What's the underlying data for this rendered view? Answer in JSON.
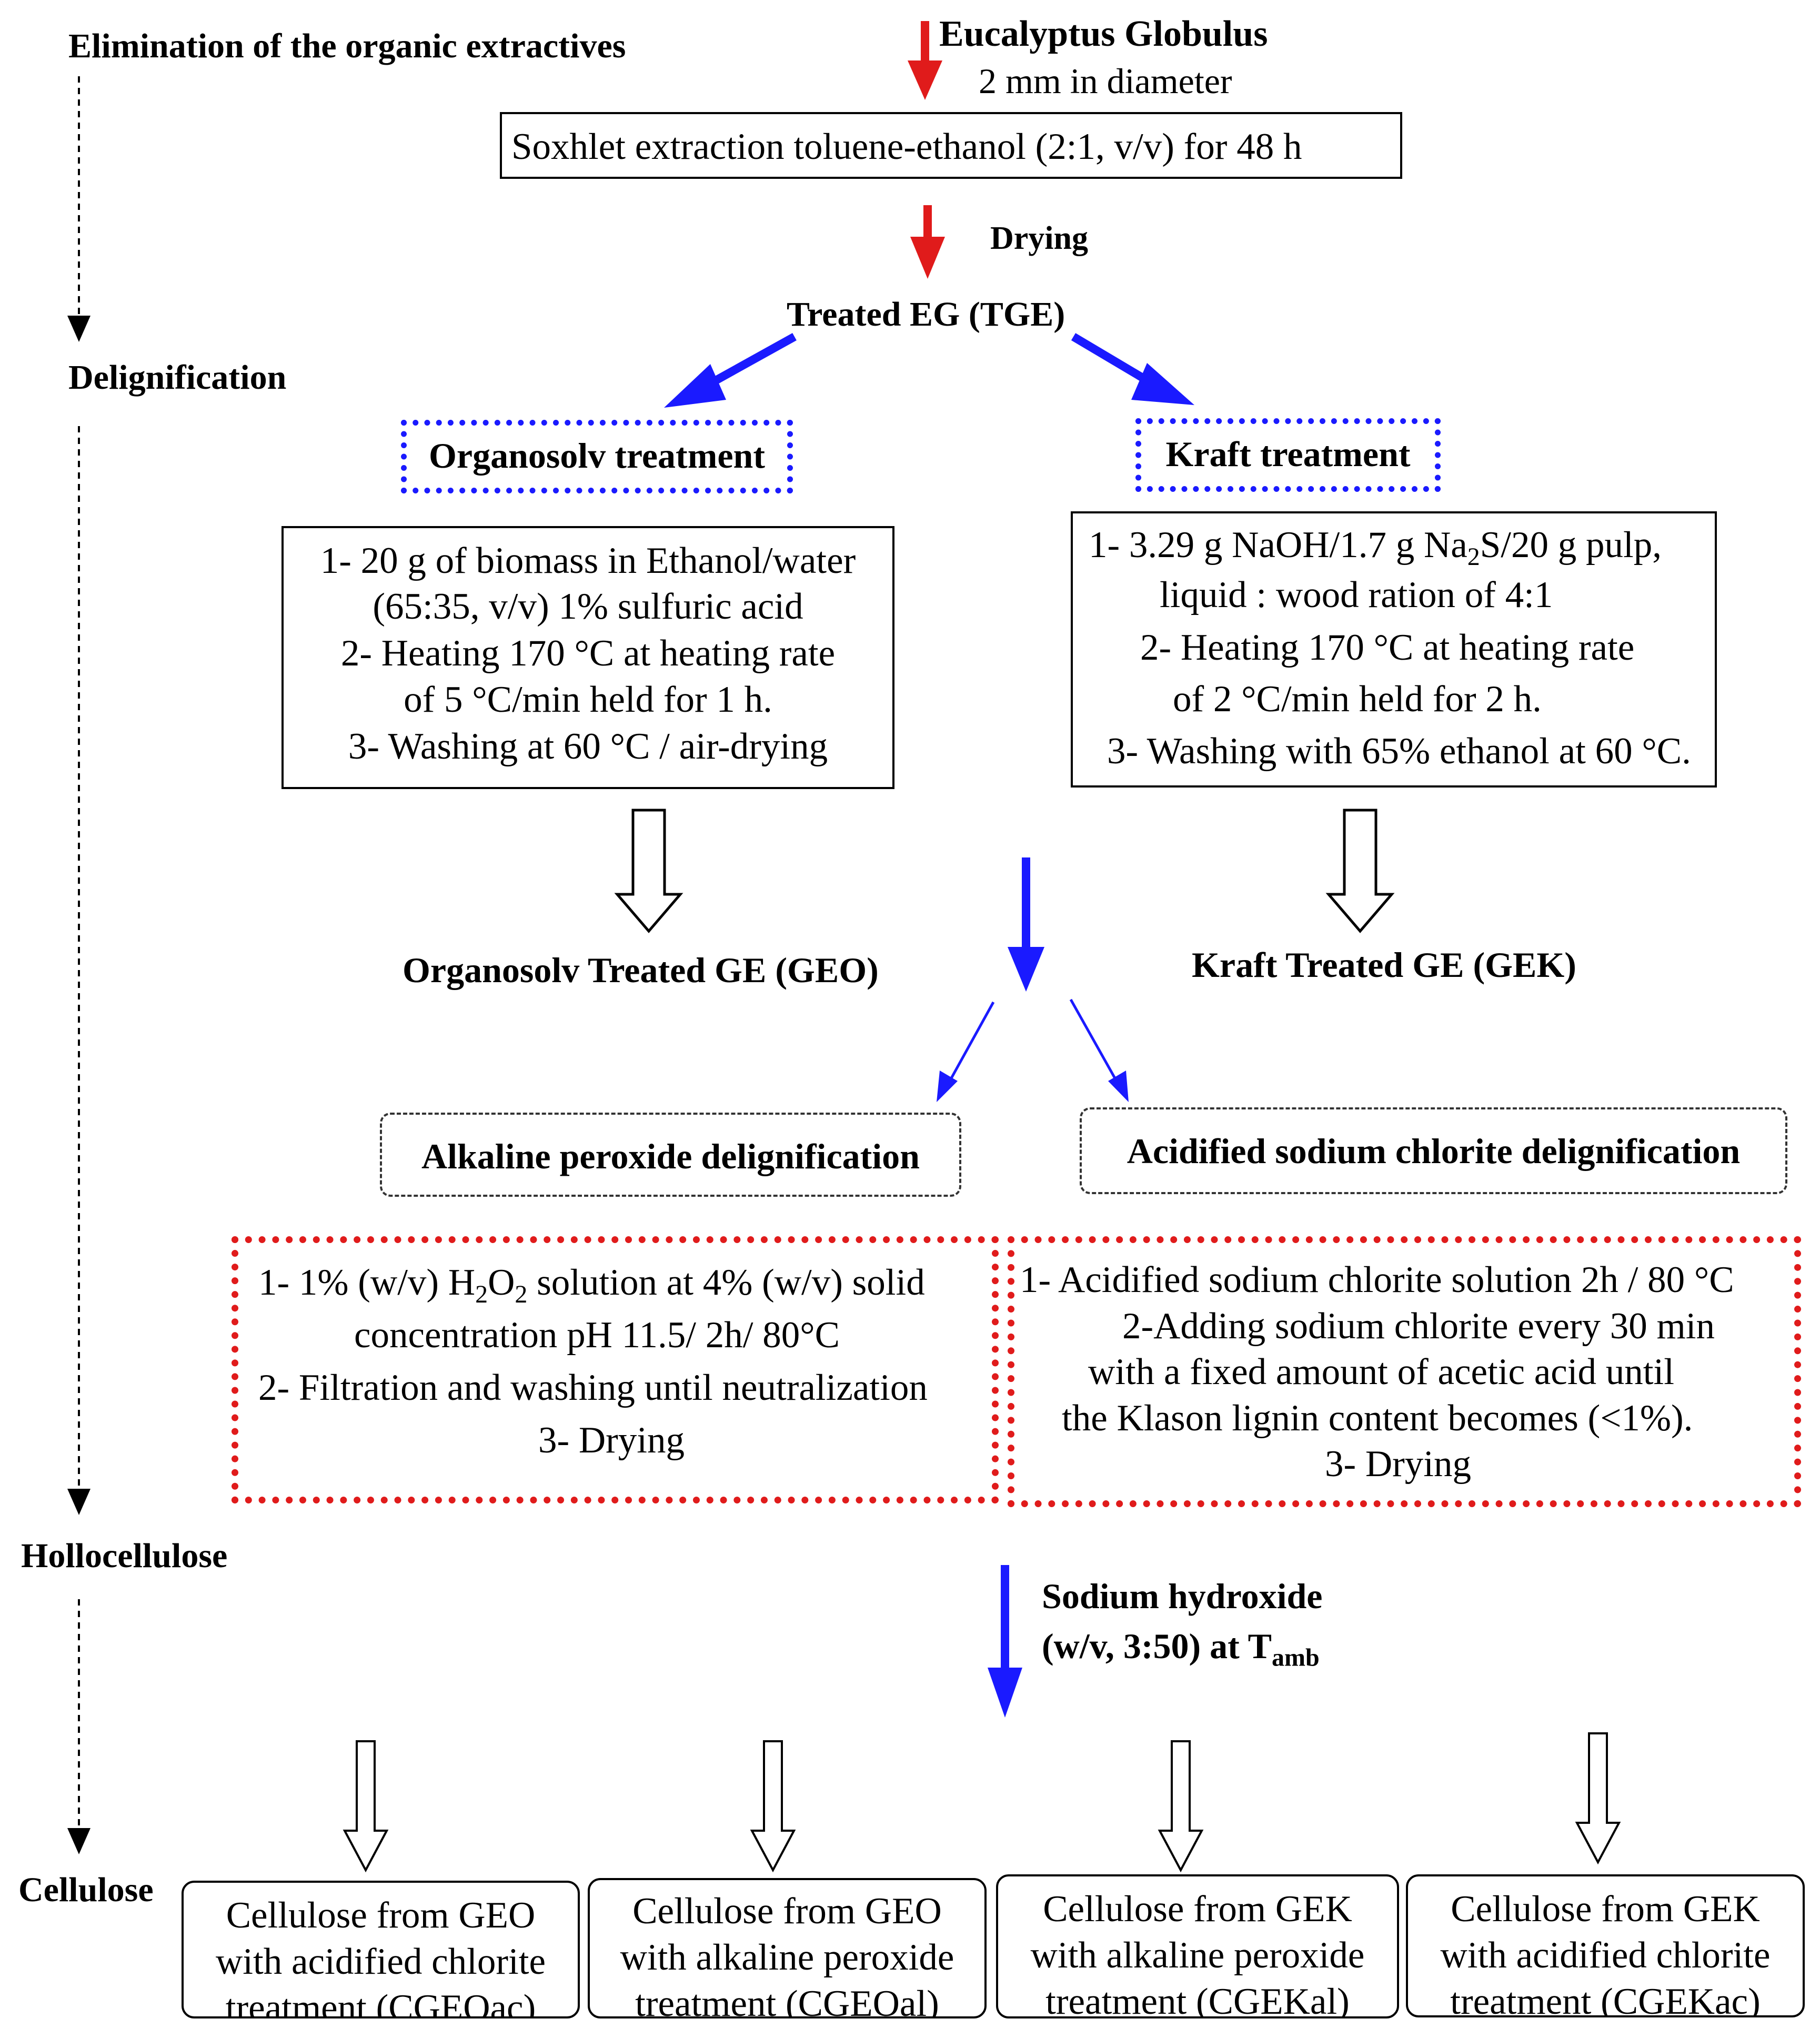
{
  "stages": {
    "elimination": "Elimination of the organic extractives",
    "delignification": "Delignification",
    "holocellulose": "Hollocellulose",
    "cellulose": "Cellulose"
  },
  "source": {
    "name": "Eucalyptus Globulus",
    "size": "2 mm in diameter"
  },
  "soxhlet": "Soxhlet extraction toluene-ethanol (2:1, v/v) for 48 h",
  "drying_label": "Drying",
  "treated": "Treated EG  (TGE)",
  "organosolv": {
    "title": "Organosolv treatment",
    "steps": [
      "1- 20 g of biomass in Ethanol/water",
      "(65:35, v/v) 1% sulfuric acid",
      "2- Heating 170 °C at heating rate",
      "of 5 °C/min held for 1 h.",
      "3- Washing at 60 °C / air-drying"
    ],
    "result": "Organosolv Treated GE (GEO)"
  },
  "kraft": {
    "title": "Kraft treatment",
    "step1_pre": "1- 3.29 g NaOH/1.7 g Na",
    "step1_sub": "2",
    "step1_post": "S/20 g pulp,",
    "steps": [
      "liquid : wood ration of 4:1",
      "2- Heating 170 °C at heating rate",
      "of 2 °C/min held for 2 h.",
      "3- Washing with 65% ethanol at 60 °C."
    ],
    "result": "Kraft Treated GE (GEK)"
  },
  "alkaline": {
    "title": "Alkaline peroxide delignification",
    "step1_pre": "1- 1% (w/v) H",
    "step1_sub1": "2",
    "step1_mid": "O",
    "step1_sub2": "2",
    "step1_post": " solution at 4% (w/v) solid",
    "steps": [
      "concentration pH 11.5/ 2h/ 80°C",
      "2- Filtration and washing until neutralization",
      "3- Drying"
    ]
  },
  "chlorite": {
    "title": "Acidified sodium chlorite delignification",
    "steps": [
      "1- Acidified sodium chlorite solution 2h / 80 °C",
      "2-Adding  sodium chlorite every 30 min",
      "with a fixed amount of acetic acid until",
      "the Klason lignin content becomes  (<1%).",
      "3- Drying"
    ]
  },
  "naoh": {
    "line1": "Sodium hydroxide",
    "line2": "(w/v, 3:50) at T",
    "sub": "amb"
  },
  "products": [
    [
      "Cellulose from GEO",
      "with acidified chlorite",
      "treatment (CGEOac)"
    ],
    [
      "Cellulose from GEO",
      "with alkaline peroxide",
      "treatment (CGEOal)"
    ],
    [
      "Cellulose from GEK",
      "with alkaline peroxide",
      "treatment (CGEKal)"
    ],
    [
      "Cellulose from GEK",
      "with acidified chlorite",
      "treatment (CGEKac)"
    ]
  ],
  "colors": {
    "red_arrow": "#e01b1b",
    "blue_arrow": "#1a1aff",
    "blue_box": "#1a1aff",
    "red_box": "#e01b1b"
  }
}
